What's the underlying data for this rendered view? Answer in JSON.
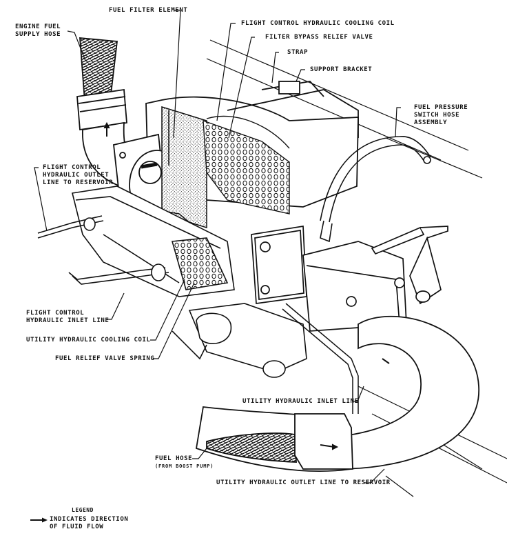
{
  "figure": {
    "subject": "fuel filter and hydraulic cooling assembly cutaway",
    "ink_color": "#111111",
    "background_color": "#ffffff"
  },
  "callouts": {
    "engine_fuel_supply_hose": [
      "ENGINE FUEL",
      "SUPPLY HOSE"
    ],
    "fuel_filter_element": "FUEL FILTER ELEMENT",
    "flight_control_hydraulic_cooling_coil": "FLIGHT CONTROL HYDRAULIC COOLING COIL",
    "filter_bypass_relief_valve": "FILTER BYPASS RELIEF VALVE",
    "strap": "STRAP",
    "support_bracket": "SUPPORT BRACKET",
    "fuel_pressure_switch_hose_assembly": [
      "FUEL PRESSURE",
      "SWITCH HOSE",
      "ASSEMBLY"
    ],
    "flight_control_hydraulic_outlet_line": [
      "FLIGHT CONTROL",
      "HYDRAULIC OUTLET",
      "LINE TO RESERVOIR"
    ],
    "flight_control_hydraulic_inlet_line": [
      "FLIGHT CONTROL",
      "HYDRAULIC INLET LINE"
    ],
    "utility_hydraulic_cooling_coil": "UTILITY HYDRAULIC COOLING COIL",
    "fuel_relief_valve_spring": "FUEL RELIEF VALVE SPRING",
    "utility_hydraulic_inlet_line": "UTILITY HYDRAULIC INLET LINE",
    "fuel_hose": [
      "FUEL HOSE",
      "(FROM BOOST PUMP)"
    ],
    "utility_hydraulic_outlet_line": "UTILITY HYDRAULIC OUTLET LINE TO RESERVOIR"
  },
  "legend": {
    "title": "LEGEND",
    "entries": [
      {
        "symbol": "arrow-icon",
        "text": [
          "INDICATES DIRECTION",
          "OF FLUID FLOW"
        ]
      }
    ]
  }
}
